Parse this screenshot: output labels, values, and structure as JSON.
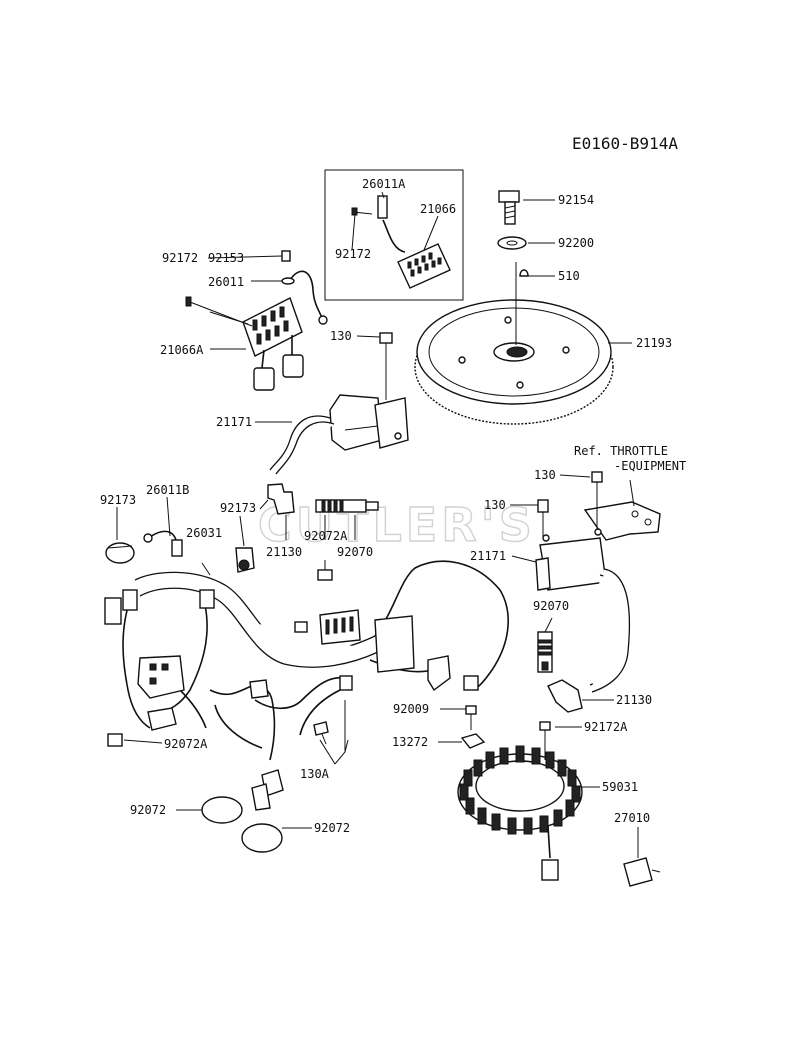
{
  "diagram_code": "E0160-B914A",
  "watermark": "CUTLER'S",
  "callouts": {
    "c92172_top": "92172",
    "c92153": "92153",
    "c26011": "26011",
    "c21066A": "21066A",
    "c26011A": "26011A",
    "c92172_box": "92172",
    "c21066": "21066",
    "c92154": "92154",
    "c92200": "92200",
    "c510": "510",
    "c21193": "21193",
    "c130_top": "130",
    "c21171_top": "21171",
    "c92173_left": "92173",
    "c26011B": "26011B",
    "c92173_mid": "92173",
    "c26031": "26031",
    "c21130_left": "21130",
    "c92072A_mid": "92072A",
    "c92070_left": "92070",
    "c130_right_upper": "130",
    "c130_right_lower": "130",
    "ref_throttle_line1": "Ref. THROTTLE",
    "ref_throttle_line2": "-EQUIPMENT",
    "c21171_right": "21171",
    "c92070_right": "92070",
    "c21130_right": "21130",
    "c92009": "92009",
    "c92172A": "92172A",
    "c13272": "13272",
    "c59031": "59031",
    "c92072A_left": "92072A",
    "c130A": "130A",
    "c92072_left": "92072",
    "c92072_right": "92072",
    "c27010": "27010"
  },
  "colors": {
    "ink": "#111111",
    "background": "#ffffff",
    "watermark": "#d2d2d2"
  }
}
